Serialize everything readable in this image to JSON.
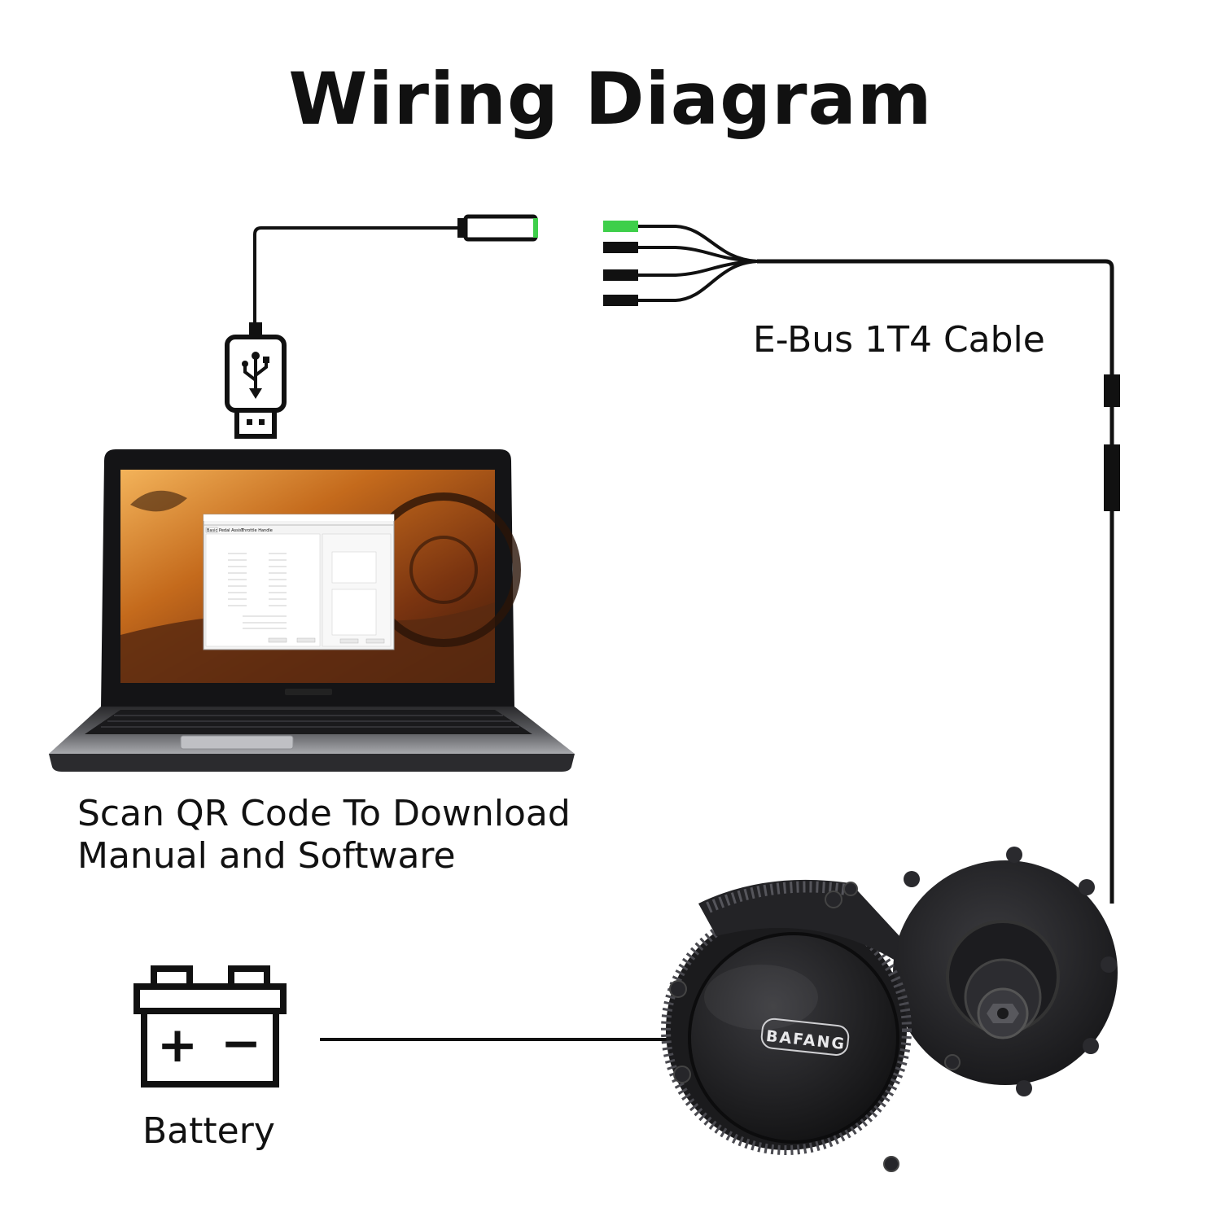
{
  "title": "Wiring Diagram",
  "labels": {
    "cable": "E-Bus 1T4 Cable",
    "qr_line1": "Scan QR Code To Download",
    "qr_line2": "Manual and Software",
    "battery": "Battery"
  },
  "battery_symbols": {
    "plus": "+",
    "minus": "−"
  },
  "motor_brand": "BAFANG",
  "software_window": {
    "tabs": [
      "Basic",
      "Pedal Assist",
      "Throttle Handle"
    ]
  },
  "colors": {
    "accent_green": "#3ecf4a",
    "line": "#111111",
    "motor_body": "#1b1b1d"
  },
  "icons": [
    "usb-icon",
    "battery-icon",
    "laptop-image",
    "motor-image"
  ]
}
